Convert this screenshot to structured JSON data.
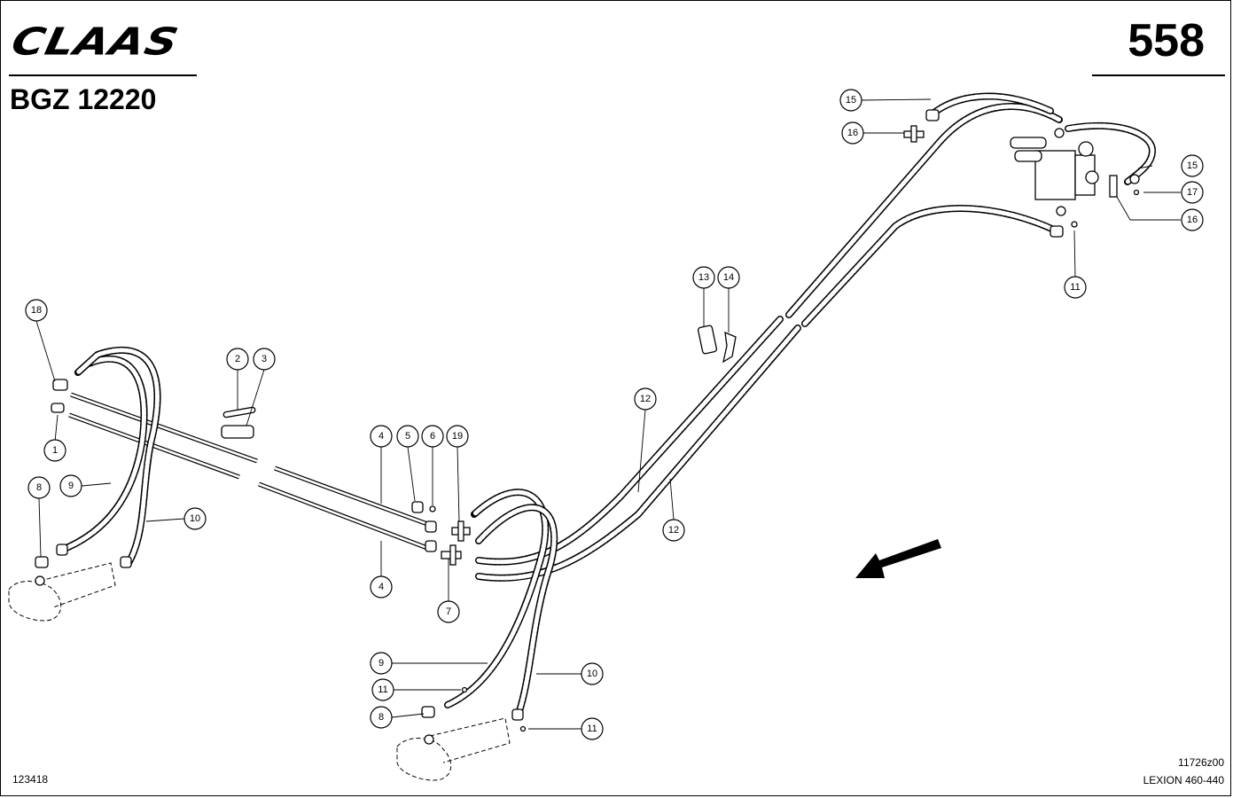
{
  "header": {
    "brand": "CLAAS",
    "page_number": "558",
    "model_code": "BGZ 12220"
  },
  "footer": {
    "sheet_id": "123418",
    "drawing_ref": "11726z00",
    "machine": "LEXION 460-440"
  },
  "callouts": {
    "c1": "1",
    "c2": "2",
    "c3": "3",
    "c4a": "4",
    "c4b": "4",
    "c5": "5",
    "c6": "6",
    "c7": "7",
    "c8a": "8",
    "c8b": "8",
    "c9a": "9",
    "c9b": "9",
    "c10a": "10",
    "c10b": "10",
    "c11a": "11",
    "c11b": "11",
    "c11c": "11",
    "c12a": "12",
    "c12b": "12",
    "c13": "13",
    "c14": "14",
    "c15a": "15",
    "c15b": "15",
    "c16a": "16",
    "c16b": "16",
    "c17": "17",
    "c18": "18",
    "c19": "19"
  },
  "direction_arrow": "travel-direction"
}
